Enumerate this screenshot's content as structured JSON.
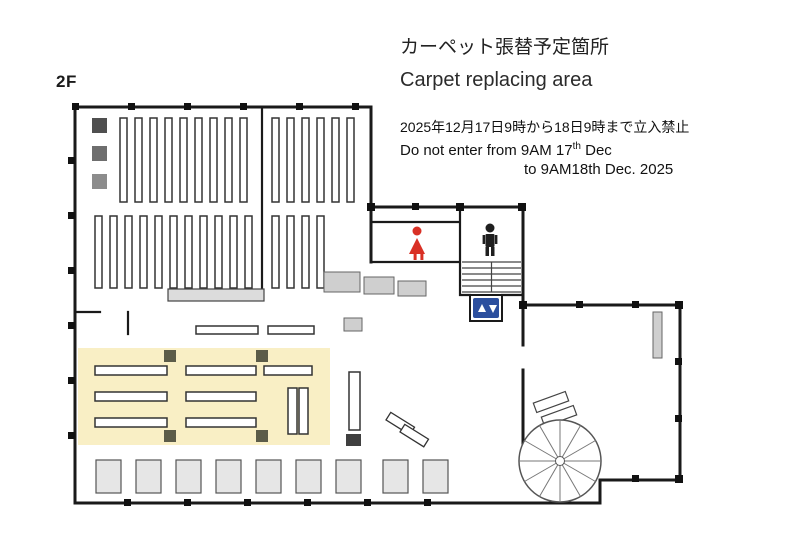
{
  "floor_label": "2F",
  "title": {
    "ja": "カーペット張替予定箇所",
    "en": "Carpet replacing area"
  },
  "notice": {
    "ja": "2025年12月17日9時から18日9時まで立入禁止",
    "en_line1_pre": "Do not enter from 9AM 17",
    "en_line1_sup": "th",
    "en_line1_post": " Dec",
    "en_line2": "to 9AM18th Dec. 2025"
  },
  "plan": {
    "highlight_area": "carpet-replacing-area",
    "icons": {
      "female_restroom": "female-restroom-icon",
      "male_restroom": "male-restroom-icon",
      "elevator": "elevator-icon",
      "straight_stairs": "straight-stairs",
      "spiral_stairs": "spiral-stairs"
    }
  },
  "colors": {
    "wall": "#1a1a1a",
    "highlight": "#f9efc5",
    "female_icon": "#d93025",
    "male_icon": "#1f1f1f",
    "elevator_icon": "#2c4f9e",
    "furniture_gray": "#cfcfcf"
  }
}
